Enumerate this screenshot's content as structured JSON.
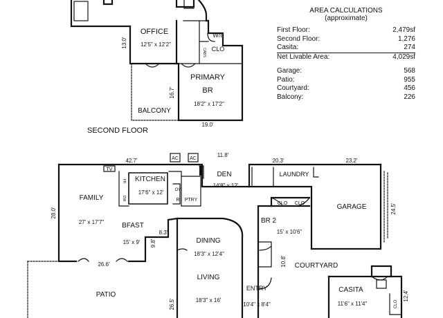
{
  "area_calculations": {
    "title": "AREA CALCULATIONS",
    "subtitle": "(approximate)",
    "first_floor": {
      "label": "First Floor:",
      "value": "2,479sf"
    },
    "second_floor": {
      "label": "Second Floor:",
      "value": "1,276"
    },
    "casita": {
      "label": "Casita:",
      "value": "274"
    },
    "net_livable": {
      "label": "Net Livable Area:",
      "value": "4,029sf"
    },
    "garage": {
      "label": "Garage:",
      "value": "568"
    },
    "patio": {
      "label": "Patio:",
      "value": "955"
    },
    "courtyard": {
      "label": "Courtyard:",
      "value": "456"
    },
    "balcony": {
      "label": "Balcony:",
      "value": "226"
    }
  },
  "second_floor": {
    "heading": "SECOND FLOOR",
    "office": {
      "name": "OFFICE",
      "dims": "12'5\" x 12'2\""
    },
    "wic": "W/I",
    "clo": "CLO",
    "cabs": "CABS",
    "primary": {
      "name": "PRIMARY",
      "name2": "BR",
      "dims": "18'2\" x 17'2\""
    },
    "balcony": "BALCONY",
    "dim_13": "13.0'",
    "dim_167": "16.7'",
    "dim_19": "19.0'"
  },
  "first_floor": {
    "ac1": "AC",
    "ac2": "AC",
    "family": {
      "name": "FAMILY",
      "dims": "27' x 17'7\""
    },
    "tv": "TV",
    "kitchen": {
      "name": "KITCHEN",
      "dims": "17'6\" x 12'"
    },
    "fr": "FR",
    "dw": "DW",
    "ov": "OV",
    "r": "R",
    "ptry": "PTRY",
    "bfast": {
      "name": "BFAST",
      "dims": "15' x 9'"
    },
    "den": {
      "name": "DEN",
      "dims": "14'8\" x 12'"
    },
    "laundry": "LAUNDRY",
    "garage": "GARAGE",
    "br2": {
      "name": "BR 2",
      "dims": "15' x 10'6\""
    },
    "clo1": "CLO",
    "clo2": "CLO",
    "dining": {
      "name": "DINING",
      "dims": "18'3\" x 12'4\""
    },
    "living": {
      "name": "LIVING",
      "dims": "18'3\" x 16'"
    },
    "entry": {
      "name": "ENTRY",
      "dims": "10'4\" x 8'4\""
    },
    "courtyard": "COURTYARD",
    "casita": {
      "name": "CASITA",
      "dims": "11'6\" x 11'4\""
    },
    "casita_clo": "CLO",
    "patio": "PATIO",
    "dim_427": "42.7'",
    "dim_118": "11.8'",
    "dim_203": "20.3'",
    "dim_232": "23.2'",
    "dim_280": "28.0'",
    "dim_245": "24.5'",
    "dim_266": "26.6'",
    "dim_83": "8.3'",
    "dim_98": "9.8'",
    "dim_108": "10.8'",
    "dim_265": "26.5'",
    "dim_124": "12.4'"
  }
}
